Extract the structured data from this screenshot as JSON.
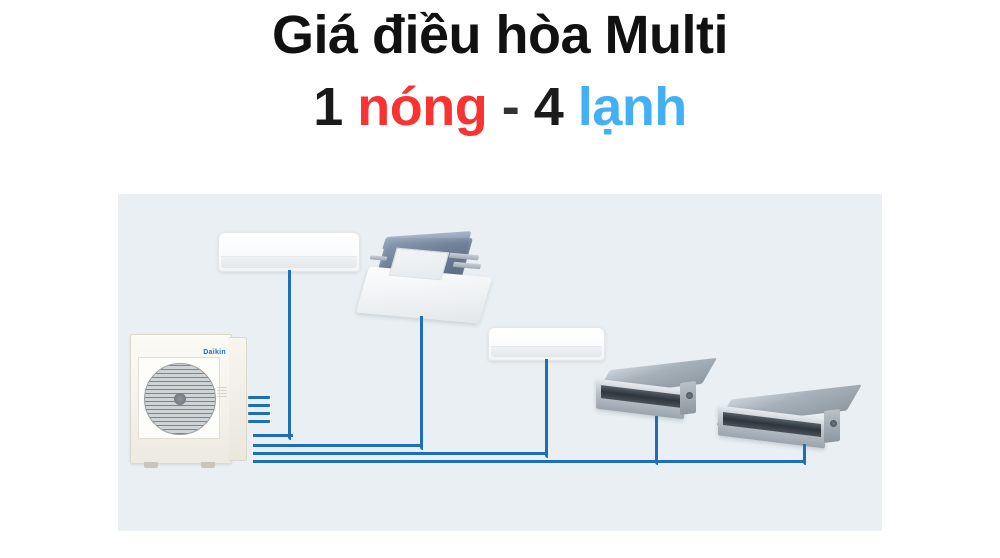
{
  "title": {
    "line1": "Giá điều hòa Multi",
    "line2_parts": {
      "count_hot": "1",
      "hot": "nóng",
      "separator": "-",
      "count_cold": "4",
      "cold": "lạnh"
    },
    "full_text": "Giá điều hòa Multi 1 nóng - 4 lạnh"
  },
  "colors": {
    "title_dark": "#111111",
    "hot_red": "#F93232",
    "cold_blue": "#43B0F5",
    "pipe_blue": "#1F6FB8",
    "panel_background": "#E9EFF2",
    "page_background": "#FFFFFF",
    "brand_blue": "#1D6FB8"
  },
  "diagram": {
    "name": "multi-split-system-diagram",
    "system_type": "1 outdoor unit - 4 indoor units",
    "outdoor_unit": {
      "label": "Daikin",
      "type": "condenser-outdoor-unit",
      "brand": "Daikin"
    },
    "indoor_units": [
      {
        "id": "wall-unit-1",
        "type": "wall-mounted-split",
        "index": 1
      },
      {
        "id": "cassette-unit",
        "type": "ceiling-cassette",
        "index": 2
      },
      {
        "id": "wall-unit-2",
        "type": "wall-mounted-split",
        "index": 3
      },
      {
        "id": "duct-unit-1",
        "type": "slim-concealed-duct",
        "index": 4
      },
      {
        "id": "duct-unit-2",
        "type": "slim-concealed-duct",
        "index": 5
      }
    ],
    "pipe_runs": 4
  }
}
